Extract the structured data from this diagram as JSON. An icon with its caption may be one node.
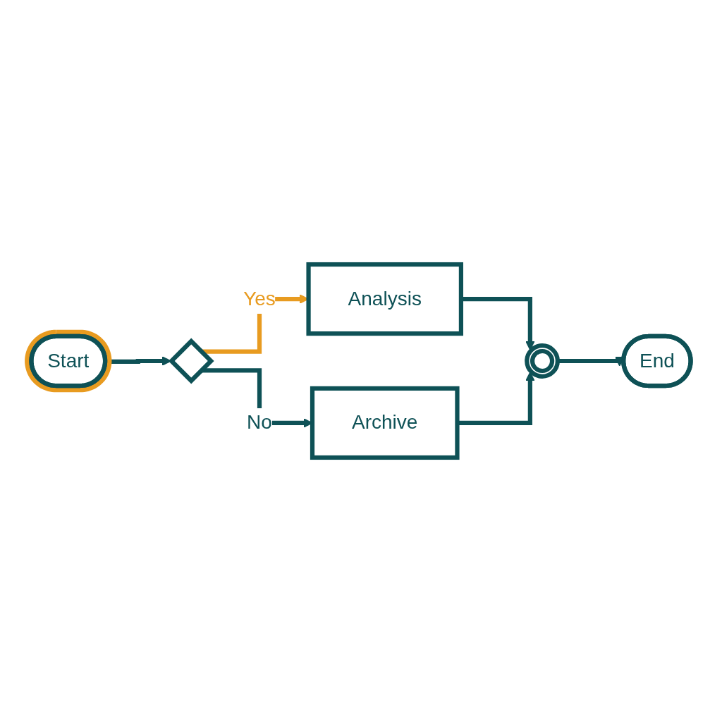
{
  "diagram": {
    "nodes": [
      {
        "text": [
          "Start"
        ]
      },
      {
        "text": [],
        "shape": "diamond"
      },
      {
        "text": [
          "Analysis"
        ]
      },
      {
        "text": [
          "Archive"
        ]
      },
      {
        "text": [],
        "shape": "circle"
      },
      {
        "text": [
          "End"
        ]
      }
    ],
    "edges": [
      {
        "from": 0,
        "to": 1,
        "arrow": "to"
      },
      {
        "from": 1,
        "to": 2,
        "arrow": "to",
        "label": "Yes",
        "color": "#e89b20"
      },
      {
        "from": 1,
        "to": 3,
        "arrow": "to",
        "label": "No"
      },
      {
        "from": 2,
        "to": 4,
        "arrow": "to"
      },
      {
        "from": 3,
        "to": 4,
        "arrow": "to"
      },
      {
        "from": 4,
        "to": 5,
        "arrow": "to"
      }
    ]
  }
}
